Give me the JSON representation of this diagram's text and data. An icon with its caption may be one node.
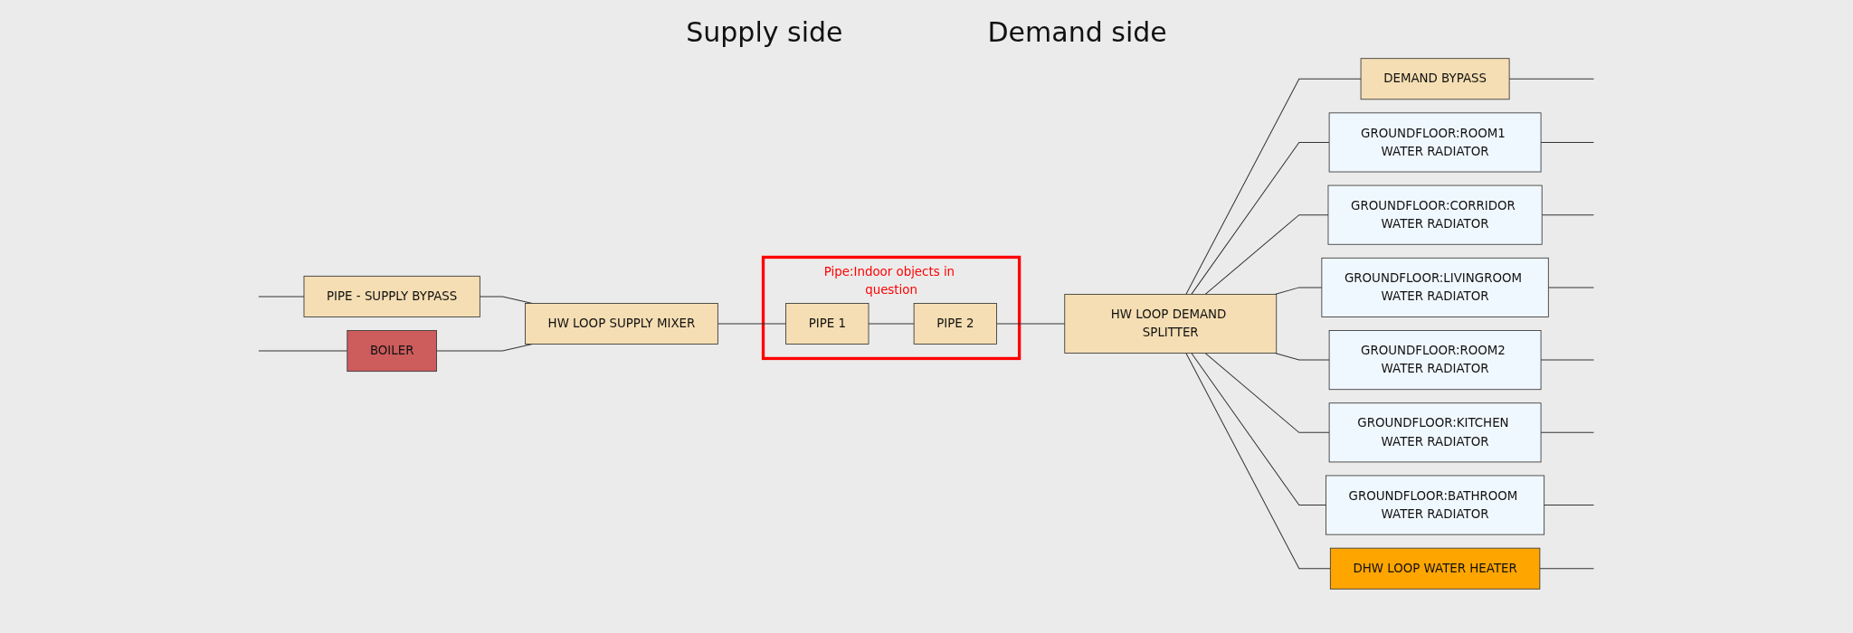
{
  "diagram": {
    "nodes": [
      {
        "text": [
          "PIPE - SUPPLY BYPASS"
        ]
      },
      {
        "text": [
          "BOILER"
        ]
      },
      {
        "text": [
          "HW LOOP SUPPLY MIXER"
        ]
      },
      {
        "text": [
          "Pipe:Indoor objects in question"
        ]
      },
      {
        "text": [
          "PIPE 1"
        ],
        "in": 3
      },
      {
        "text": [
          "PIPE 2"
        ],
        "in": 3
      },
      {
        "text": [
          "HW LOOP DEMAND SPLITTER"
        ]
      },
      {
        "text": [
          "DEMAND BYPASS"
        ]
      },
      {
        "text": [
          "GROUNDFLOOR:ROOM1 WATER RADIATOR"
        ]
      },
      {
        "text": [
          "GROUNDFLOOR:CORRIDOR WATER RADIATOR"
        ]
      },
      {
        "text": [
          "GROUNDFLOOR:LIVINGROOM WATER RADIATOR"
        ]
      },
      {
        "text": [
          "GROUNDFLOOR:ROOM2 WATER RADIATOR"
        ]
      },
      {
        "text": [
          "GROUNDFLOOR:KITCHEN WATER RADIATOR"
        ]
      },
      {
        "text": [
          "GROUNDFLOOR:BATHROOM WATER RADIATOR"
        ]
      },
      {
        "text": [
          "DHW LOOP WATER HEATER"
        ]
      }
    ],
    "edges": [
      {
        "from": null,
        "to": 0,
        "arrow": "none"
      },
      {
        "from": null,
        "to": 1,
        "arrow": "none"
      },
      {
        "from": 0,
        "to": 2,
        "arrow": "none"
      },
      {
        "from": 1,
        "to": 2,
        "arrow": "none"
      },
      {
        "from": 2,
        "to": 4,
        "arrow": "none"
      },
      {
        "from": 4,
        "to": 5,
        "arrow": "none"
      },
      {
        "from": 5,
        "to": 6,
        "arrow": "none"
      },
      {
        "from": 6,
        "to": 7,
        "arrow": "none"
      },
      {
        "from": 6,
        "to": 8,
        "arrow": "none"
      },
      {
        "from": 6,
        "to": 9,
        "arrow": "none"
      },
      {
        "from": 6,
        "to": 10,
        "arrow": "none"
      },
      {
        "from": 6,
        "to": 11,
        "arrow": "none"
      },
      {
        "from": 6,
        "to": 12,
        "arrow": "none"
      },
      {
        "from": 6,
        "to": 13,
        "arrow": "none"
      },
      {
        "from": 6,
        "to": 14,
        "arrow": "none"
      },
      {
        "from": 7,
        "to": null,
        "arrow": "none"
      },
      {
        "from": 8,
        "to": null,
        "arrow": "none"
      },
      {
        "from": 9,
        "to": null,
        "arrow": "none"
      },
      {
        "from": 10,
        "to": null,
        "arrow": "none"
      },
      {
        "from": 11,
        "to": null,
        "arrow": "none"
      },
      {
        "from": 12,
        "to": null,
        "arrow": "none"
      },
      {
        "from": 13,
        "to": null,
        "arrow": "none"
      },
      {
        "from": 14,
        "to": null,
        "arrow": "none"
      }
    ],
    "labels": [
      "Supply side",
      "Demand side"
    ]
  }
}
